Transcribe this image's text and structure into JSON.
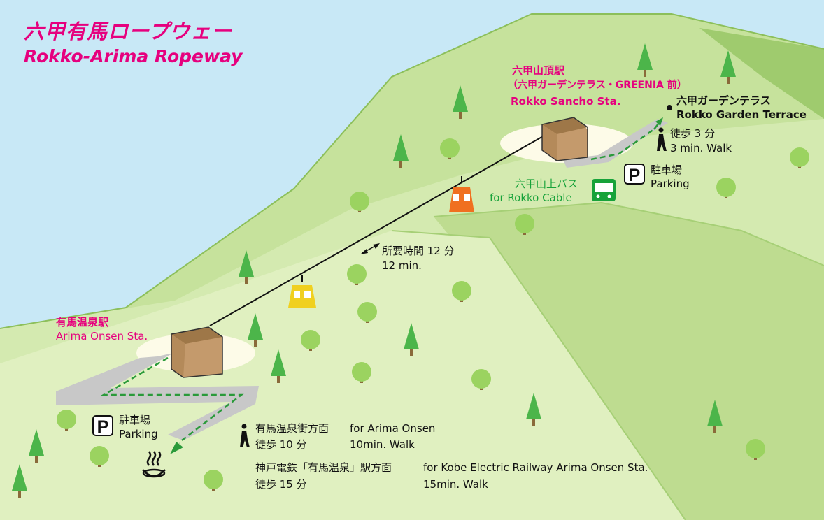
{
  "title": {
    "ja": "六甲有馬ロープウェー",
    "en": "Rokko-Arima Ropeway"
  },
  "colors": {
    "accent": "#e6007e",
    "bus_green": "#17a23a",
    "sky": "#c8e8f6"
  },
  "stations": {
    "summit": {
      "name_ja": "六甲山頂駅",
      "sub_ja": "（六甲ガーデンテラス・GREENIA 前）",
      "name_en": "Rokko Sancho Sta."
    },
    "arima": {
      "name_ja": "有馬温泉駅",
      "name_en": "Arima Onsen Sta."
    }
  },
  "travel_time": {
    "ja": "所要時間 12 分",
    "en": "12 min."
  },
  "garden_terrace": {
    "ja": "六甲ガーデンテラス",
    "en": "Rokko Garden Terrace",
    "walk_ja": "徒歩 3 分",
    "walk_en": "3 min. Walk"
  },
  "bus": {
    "ja": "六甲山上バス",
    "en": "for Rokko Cable"
  },
  "parking_top": {
    "letter": "P",
    "ja": "駐車場",
    "en": "Parking"
  },
  "parking_bottom": {
    "letter": "P",
    "ja": "駐車場",
    "en": "Parking"
  },
  "routes": {
    "onsen_town": {
      "ja": "有馬温泉街方面",
      "en": "for Arima Onsen",
      "walk_ja": "徒歩 10 分",
      "walk_en": "10min. Walk"
    },
    "kobe_railway": {
      "ja": "神戸電鉄「有馬温泉」駅方面",
      "en": "for Kobe Electric Railway Arima Onsen Sta.",
      "walk_ja": "徒歩 15 分",
      "walk_en": "15min. Walk"
    }
  },
  "icons": [
    "hot-spring-icon",
    "walk-icon",
    "bus-icon",
    "parking-icon",
    "gondola-icon",
    "tree-icon"
  ]
}
